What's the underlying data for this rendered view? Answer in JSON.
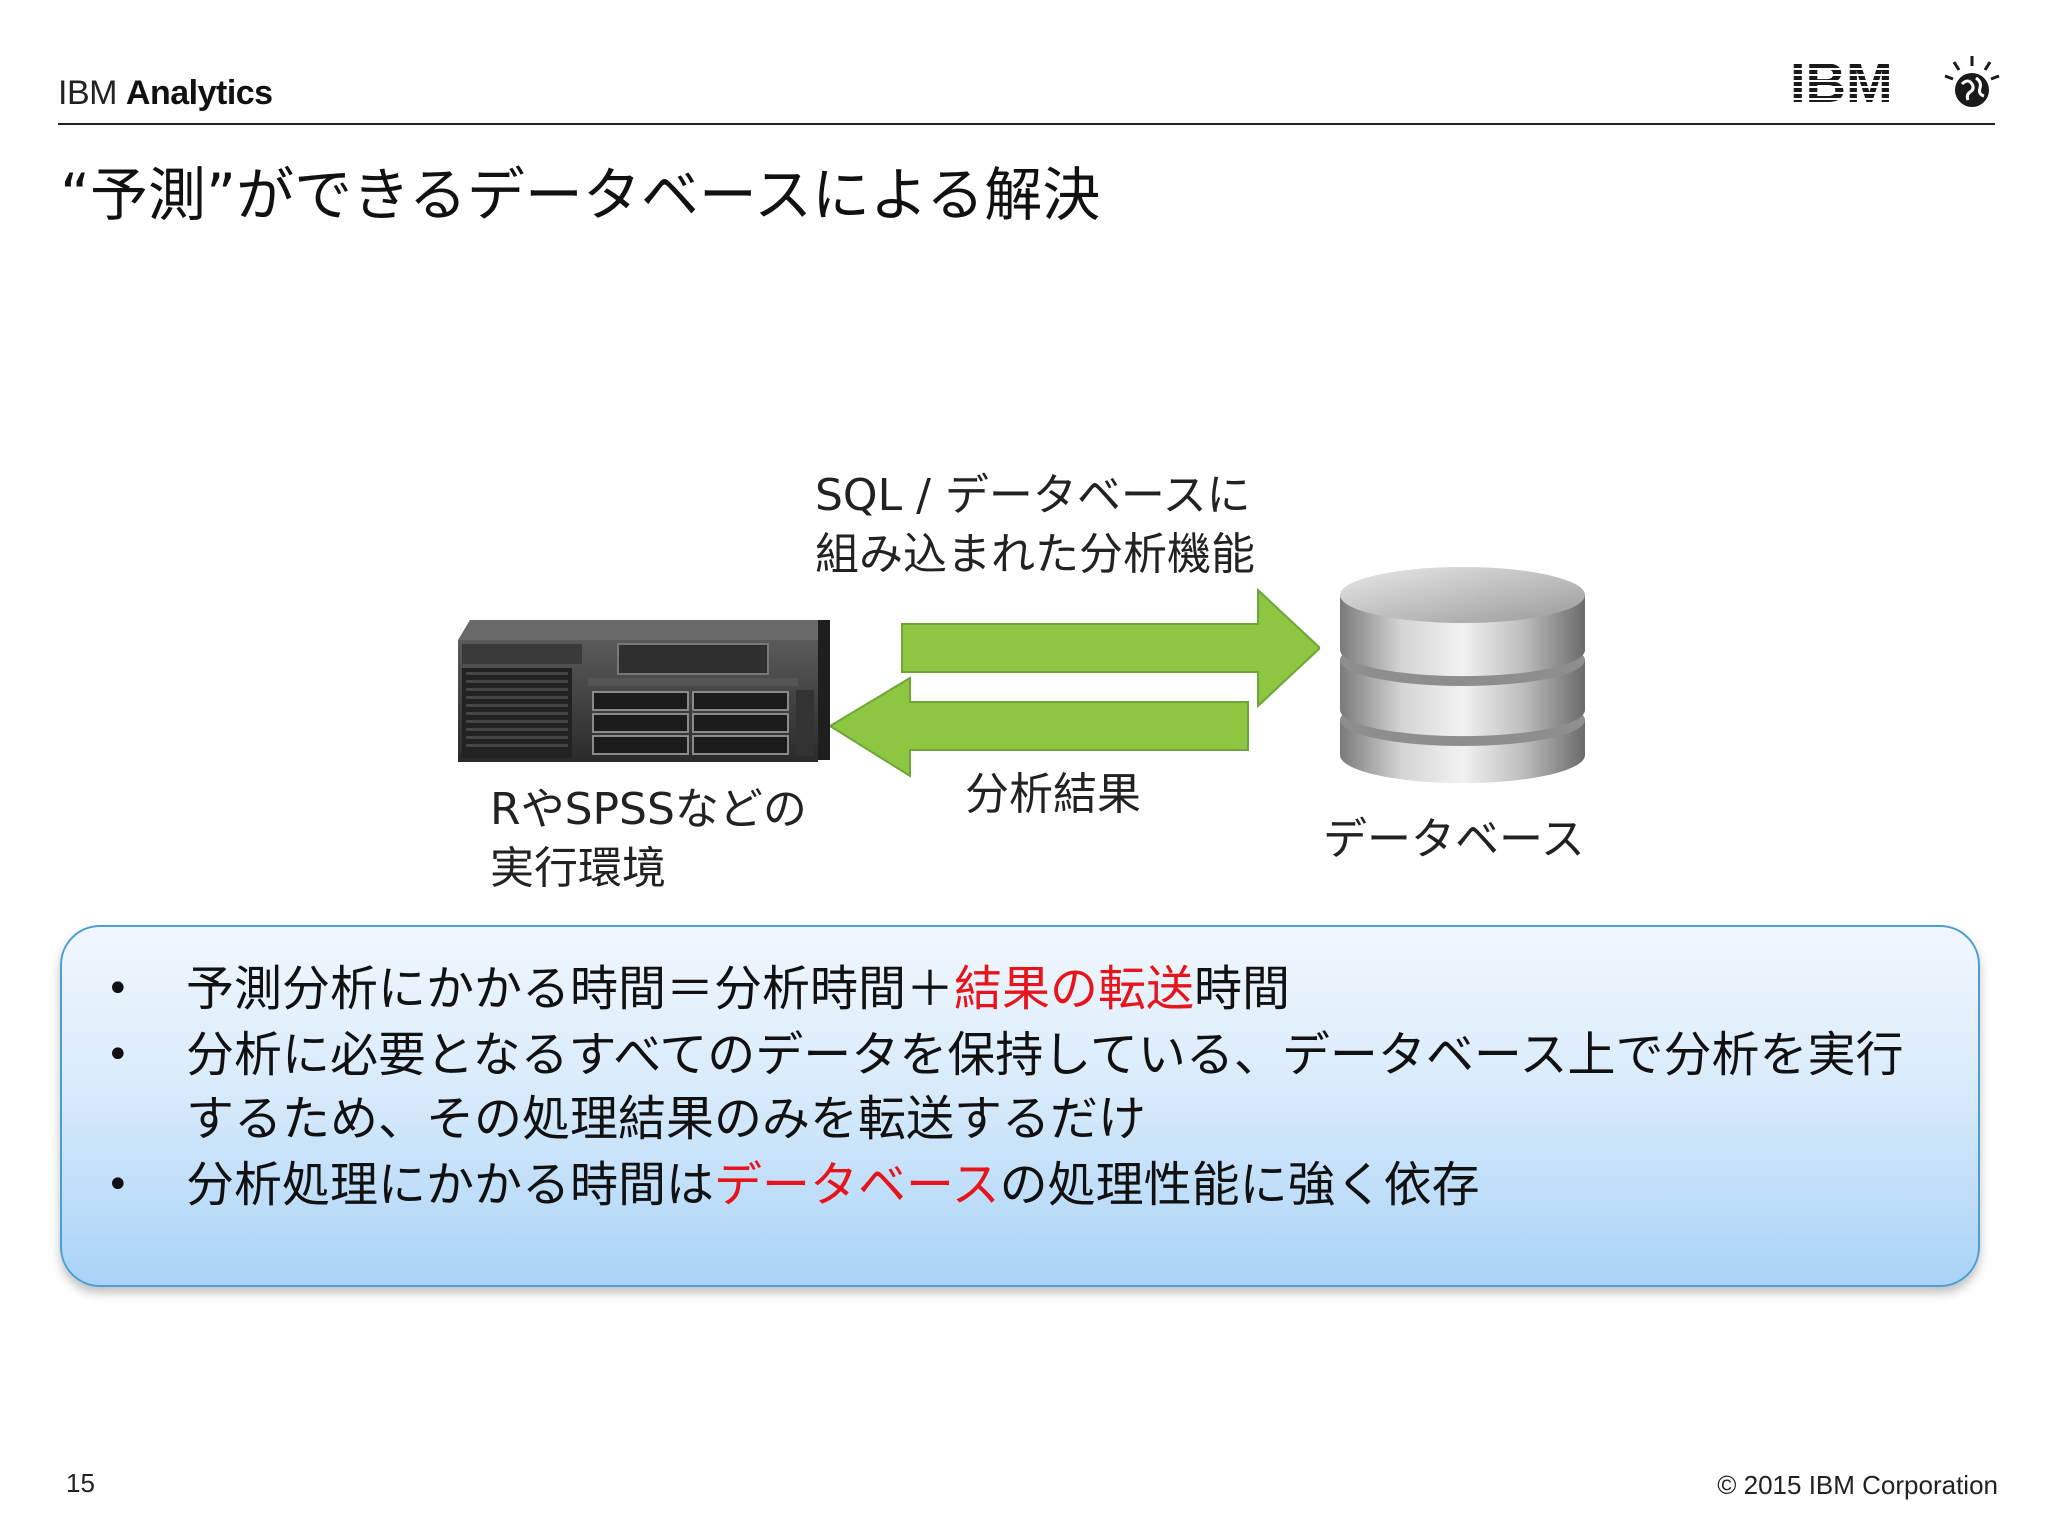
{
  "header": {
    "brand_prefix": "IBM",
    "brand_suffix": "Analytics",
    "logo_text": "IBM"
  },
  "slide": {
    "title": "“予測”ができるデータベースによる解決"
  },
  "diagram": {
    "sql_label_line1": "SQL / データベースに",
    "sql_label_line2": "組み込まれた分析機能",
    "result_label": "分析結果",
    "env_label_line1": "RやSPSSなどの",
    "env_label_line2": "実行環境",
    "db_label": "データベース",
    "arrow_color": "#8dc641"
  },
  "bullets": [
    {
      "text_a": "予測分析にかかる時間＝分析時間＋",
      "highlight": "結果の転送",
      "text_b": "時間"
    },
    {
      "text_a": "分析に必要となるすべてのデータを保持している、データベース上で分析を実行するため、その処理結果のみを転送するだけ",
      "highlight": "",
      "text_b": ""
    },
    {
      "text_a": "分析処理にかかる時間は",
      "highlight": "データベース",
      "text_b": "の処理性能に強く依存"
    }
  ],
  "footer": {
    "page_number": "15",
    "copyright": "© 2015 IBM Corporation"
  },
  "colors": {
    "highlight": "#e8141c",
    "box_border": "#4b9fd2"
  }
}
